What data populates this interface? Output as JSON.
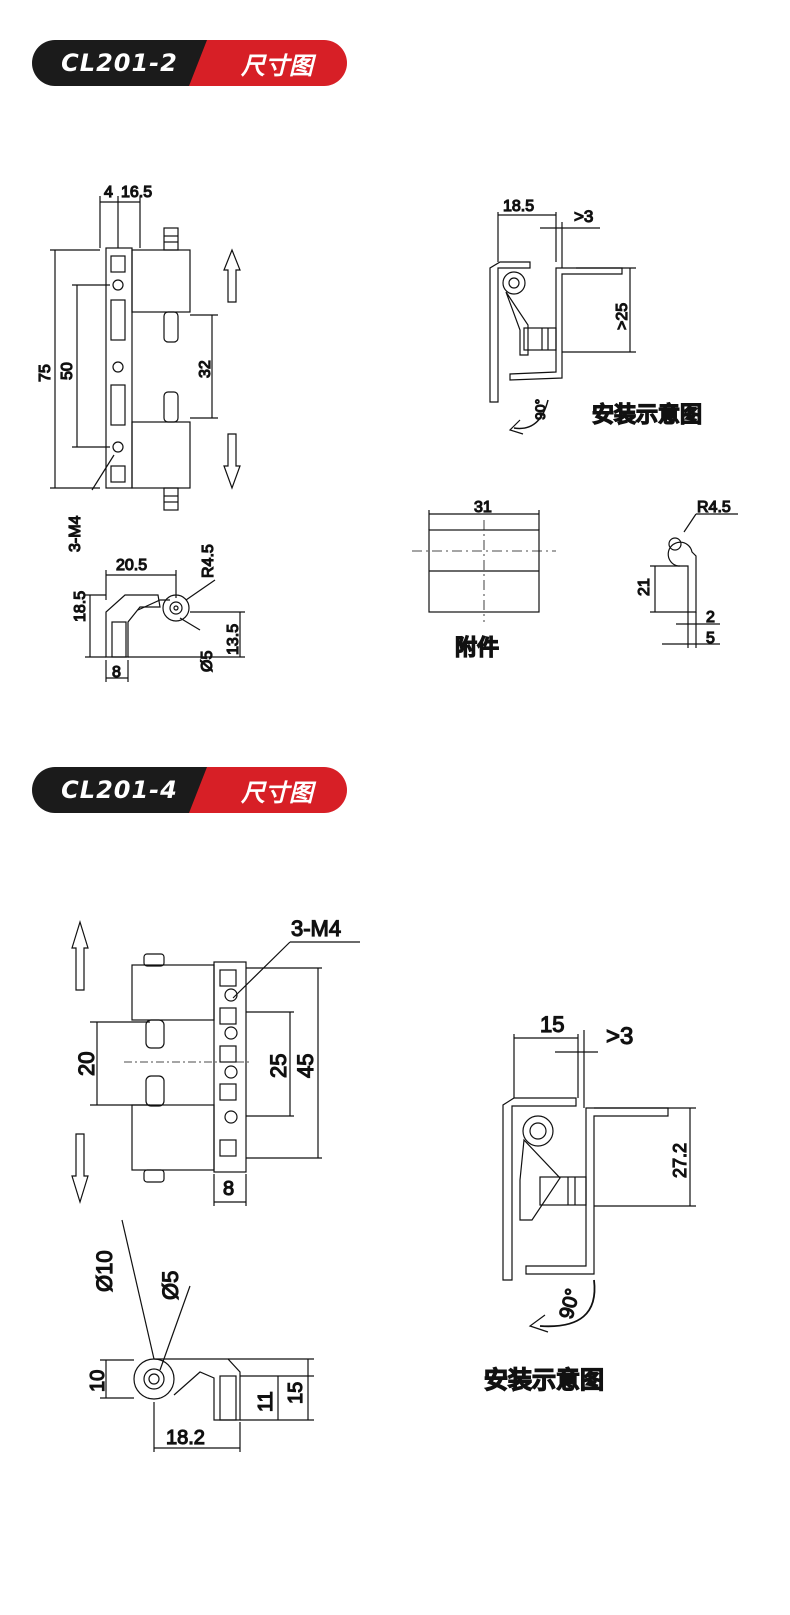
{
  "sections": [
    {
      "model": "CL201-2",
      "tag": "尺寸图"
    },
    {
      "model": "CL201-4",
      "tag": "尺寸图"
    }
  ],
  "d1": {
    "dims": {
      "a": "4",
      "b": "16.5",
      "h75": "75",
      "h50": "50",
      "h32": "32",
      "m4": "3-M4",
      "w20": "20.5",
      "r45": "R4.5",
      "h185": "18.5",
      "h135": "13.5",
      "d5": "Ø5",
      "w8": "8"
    },
    "install": {
      "w": "18.5",
      "gap": ">3",
      "h": ">25",
      "angle": "90°",
      "caption": "安装示意图"
    },
    "attach": {
      "w": "31",
      "caption": "附件"
    },
    "clip": {
      "r": "R4.5",
      "h": "21",
      "t": "2",
      "w": "5"
    }
  },
  "d2": {
    "dims": {
      "m4": "3-M4",
      "h20": "20",
      "h25": "25",
      "h45": "45",
      "w8": "8",
      "d10": "Ø10",
      "d5": "Ø5",
      "h10": "10",
      "h11": "11",
      "h15": "15",
      "w182": "18.2"
    },
    "install": {
      "w": "15",
      "gap": ">3",
      "h": "27.2",
      "angle": "90°",
      "caption": "安装示意图"
    }
  }
}
